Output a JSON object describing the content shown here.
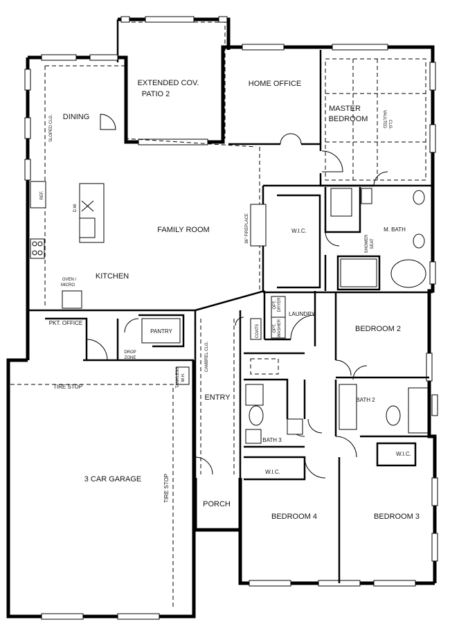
{
  "rooms": {
    "extended_patio": [
      "EXTENDED COV.",
      "PATIO 2"
    ],
    "home_office": "HOME OFFICE",
    "master_bedroom": [
      "MASTER",
      "BEDROOM"
    ],
    "vaulted_clg": [
      "VAULTED",
      "CLG."
    ],
    "dining": "DINING",
    "sloped_clg": "SLOPED CLG.",
    "ref": "REF.",
    "dw": "D.W.",
    "fireplace": "36\" FIREPLACE",
    "family_room": "FAMILY ROOM",
    "master_wic": "W.I.C.",
    "m_bath": "M. BATH",
    "shower_seat": [
      "SHOWER",
      "SEAT"
    ],
    "kitchen": "KITCHEN",
    "oven_micro": [
      "OVEN /",
      "MICRO"
    ],
    "pkt_office": "PKT. OFFICE",
    "pantry": "PANTRY",
    "coats": "COATS",
    "laundry": "LAUNDRY",
    "opt_dryer": [
      "OPT.",
      "DRYER"
    ],
    "opt_washer": [
      "OPT.",
      "WASHER"
    ],
    "drop_zone": [
      "DROP",
      "ZONE"
    ],
    "bedroom2": "BEDROOM 2",
    "cambrel_clg": "CAMBREL CLG.",
    "tire_stop_top": "TIRE STOP",
    "tankless_wh": [
      "TANKLESS",
      "W.H."
    ],
    "entry": "ENTRY",
    "bath2": "BATH 2",
    "bath3": "BATH 3",
    "wic_bed3": "W.I.C.",
    "wic_bed4": "W.I.C.",
    "garage": "3 CAR GARAGE",
    "tire_stop_side": "TIRE STOP",
    "porch": "PORCH",
    "bedroom4": "BEDROOM 4",
    "bedroom3": "BEDROOM 3"
  }
}
